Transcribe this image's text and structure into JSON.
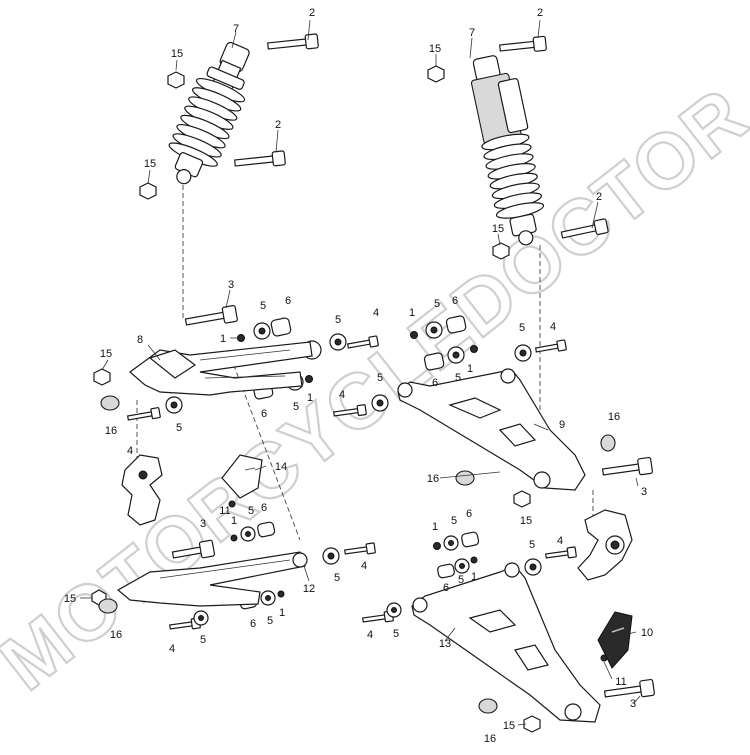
{
  "diagram": {
    "callouts": {
      "c1": "2",
      "c2": "7",
      "c3": "15",
      "c4": "2",
      "c5": "15",
      "c6": "2",
      "c7": "7",
      "c8": "15",
      "c9": "2",
      "c10": "15",
      "c11": "3",
      "c12": "5",
      "c13": "6",
      "c14": "1",
      "c15": "8",
      "c16": "5",
      "c17": "4",
      "c18": "15",
      "c19": "16",
      "c20": "4",
      "c21": "5",
      "c22": "6",
      "c23": "5",
      "c24": "1",
      "c25": "1",
      "c26": "5",
      "c27": "6",
      "c28": "5",
      "c29": "4",
      "c30": "6",
      "c31": "5",
      "c32": "1",
      "c33": "4",
      "c34": "5",
      "c35": "9",
      "c36": "16",
      "c37": "16",
      "c38": "3",
      "c39": "15",
      "c40": "14",
      "c41": "11",
      "c42": "1",
      "c43": "5",
      "c44": "6",
      "c45": "3",
      "c46": "5",
      "c47": "4",
      "c48": "12",
      "c49": "15",
      "c50": "16",
      "c51": "4",
      "c52": "5",
      "c53": "6",
      "c54": "5",
      "c55": "1",
      "c56": "1",
      "c57": "5",
      "c58": "6",
      "c59": "5",
      "c60": "4",
      "c61": "6",
      "c62": "5",
      "c63": "1",
      "c64": "4",
      "c65": "5",
      "c66": "13",
      "c67": "10",
      "c68": "11",
      "c69": "3",
      "c70": "15",
      "c71": "16"
    }
  },
  "watermark": {
    "text": "MOTORCYCLEDOCTOR"
  }
}
